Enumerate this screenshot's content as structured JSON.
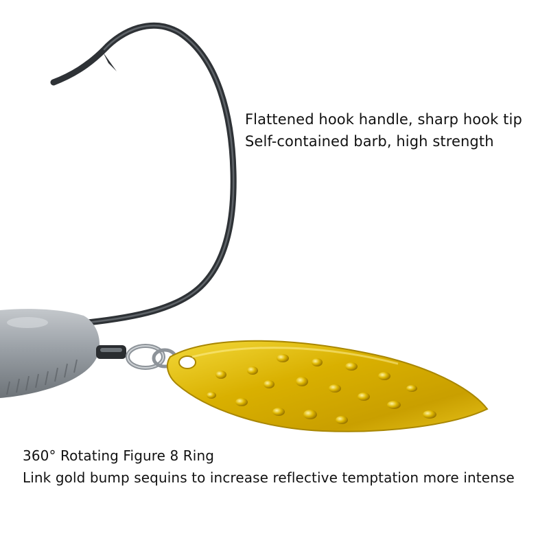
{
  "captions": {
    "hook": {
      "line1": "Flattened hook handle, sharp hook tip",
      "line2": "Self-contained barb, high strength"
    },
    "blade": {
      "line1": "360° Rotating Figure 8 Ring",
      "line2": "Link gold bump sequins to increase reflective temptation more intense"
    }
  },
  "colors": {
    "background": "#ffffff",
    "hook": "#2e3236",
    "lead_head": "#9aa0a6",
    "blade_gold": "#d9b000",
    "text": "#111111"
  },
  "icons": {
    "hook": "fishing-hook-icon",
    "lead_head": "weight-head-icon",
    "swivel": "swivel-icon",
    "split_ring": "split-ring-icon",
    "blade": "willow-blade-icon"
  }
}
